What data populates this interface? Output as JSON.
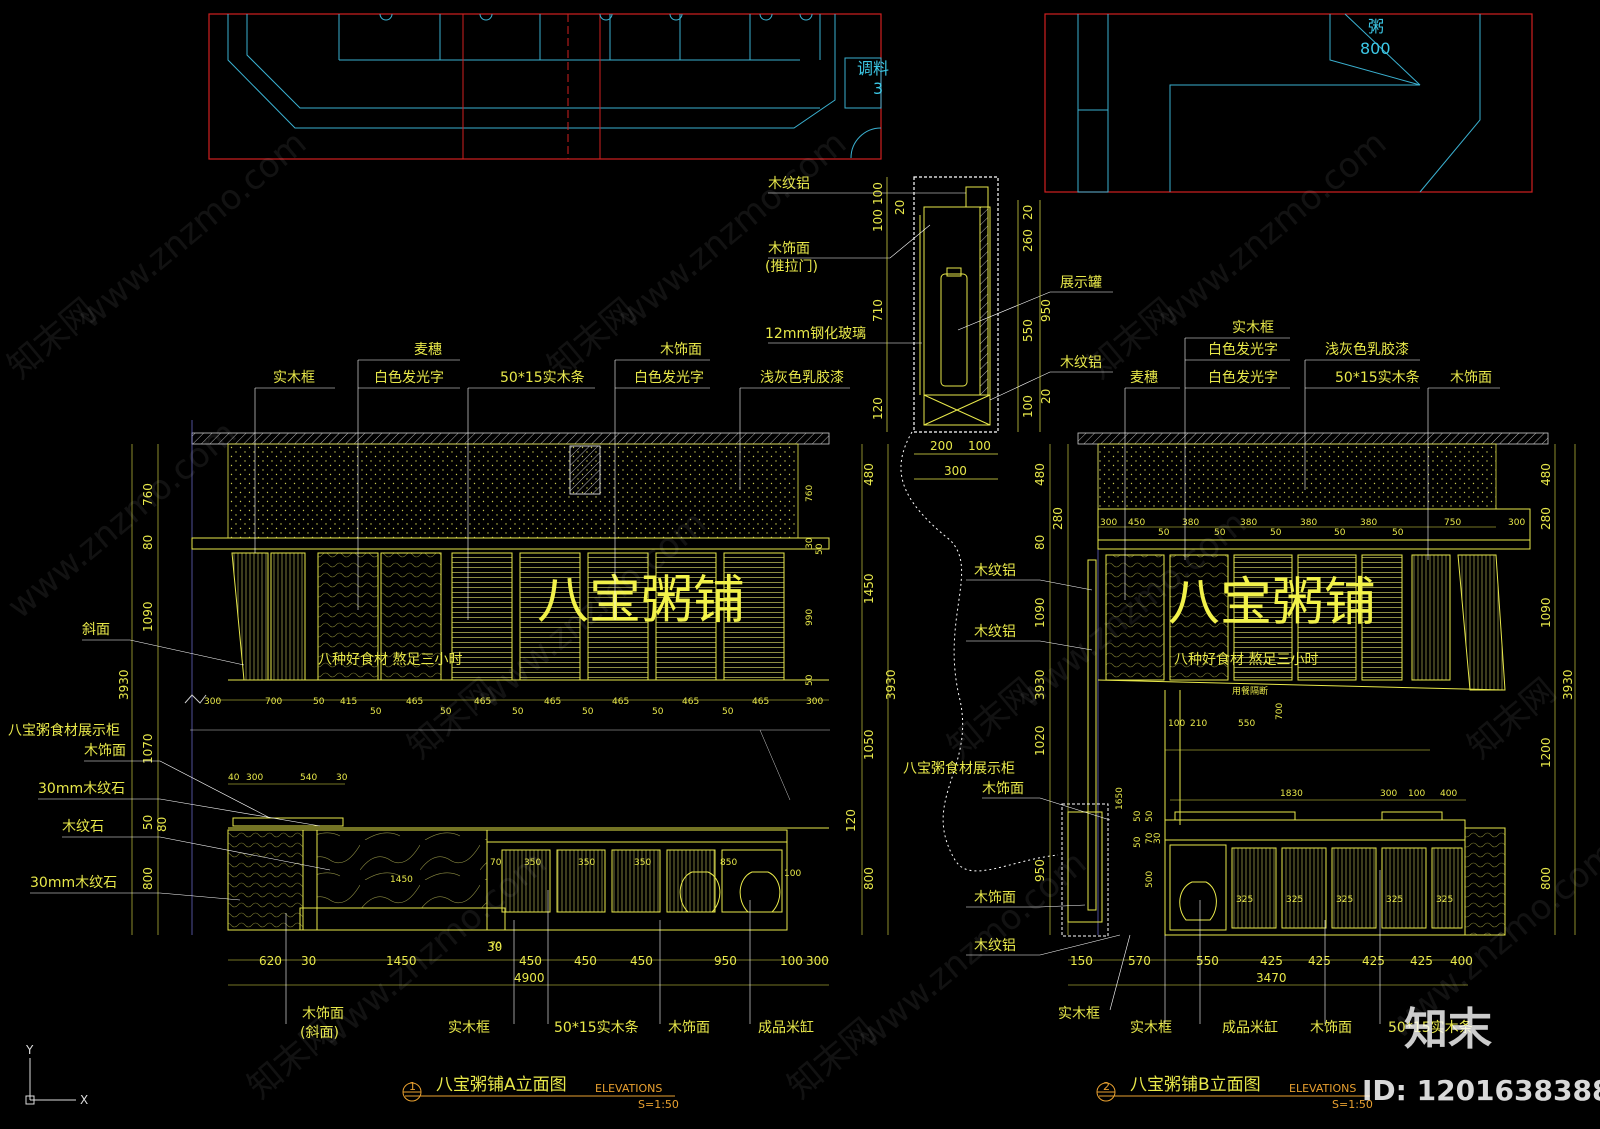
{
  "top_plan": {
    "left_label": "调料",
    "left_num": "3",
    "right_label": "粥",
    "right_num": "800"
  },
  "section": {
    "labels": {
      "wood_alu_top": "木纹铝",
      "wood_face": "木饰面",
      "sliding_door": "(推拉门)",
      "glass": "12mm钢化玻璃",
      "display_jar": "展示罐",
      "wood_alu_right": "木纹铝"
    },
    "dims_left": [
      "100",
      "100",
      "20",
      "710",
      "120"
    ],
    "dims_right": [
      "20",
      "260",
      "550",
      "950",
      "100",
      "20"
    ],
    "dims_bottom": [
      "200",
      "100",
      "300"
    ]
  },
  "elev_a": {
    "sign_text": "八宝粥铺",
    "slogan": "八种好食材  熬足三小时",
    "top_labels": [
      "实木框",
      "麦穗",
      "白色发光字",
      "50*15实木条",
      "木饰面",
      "白色发光字",
      "浅灰色乳胶漆"
    ],
    "left_labels": [
      "斜面",
      "八宝粥食材展示柜",
      "木饰面",
      "30mm木纹石",
      "木纹石",
      "30mm木纹石"
    ],
    "bottom_labels": [
      "木饰面",
      "(斜面)",
      "实木框",
      "50*15实木条",
      "木饰面",
      "成品米缸"
    ],
    "dims_left_outer": "3930",
    "dims_left": [
      "760",
      "80",
      "1090",
      "1070",
      "50",
      "80",
      "800"
    ],
    "dims_right": [
      "480",
      "1450",
      "3930",
      "1050",
      "120",
      "800"
    ],
    "dims_mid": [
      "300",
      "700",
      "50",
      "415",
      "50",
      "465",
      "50",
      "465",
      "50",
      "465",
      "50",
      "465",
      "50",
      "465",
      "50",
      "465",
      "300"
    ],
    "dims_bottom": [
      "620",
      "30",
      "1450",
      "30",
      "450",
      "450",
      "450",
      "950",
      "100",
      "300"
    ],
    "total": "4900",
    "counter_dims": [
      "40",
      "300",
      "540",
      "30"
    ],
    "cabinet_dims": [
      "70",
      "350",
      "350",
      "350",
      "850",
      "100",
      "70"
    ],
    "inner_dims": [
      "760",
      "30",
      "50",
      "990",
      "50"
    ],
    "slab": "1450",
    "title": "八宝粥铺A立面图",
    "subtitle": "ELEVATIONS",
    "scale": "S=1:50",
    "circle_num": "1"
  },
  "elev_b": {
    "sign_text": "八宝粥铺",
    "slogan": "八种好食材  熬足三小时",
    "top_labels": [
      "实木框",
      "麦穗",
      "白色发光字",
      "浅灰色乳胶漆",
      "白色发光字",
      "50*15实木条",
      "木饰面"
    ],
    "left_labels": [
      "木纹铝",
      "木纹铝",
      "八宝粥食材展示柜",
      "木饰面",
      "木饰面",
      "木纹铝"
    ],
    "bottom_labels": [
      "实木框",
      "实木框",
      "成品米缸",
      "木饰面",
      "50*15实木条"
    ],
    "dims_left": [
      "480",
      "80",
      "280",
      "1090",
      "3930",
      "1020",
      "1650",
      "950"
    ],
    "dims_right": [
      "480",
      "280",
      "1090",
      "3930",
      "1200",
      "800"
    ],
    "top_strip": [
      "300",
      "450",
      "50",
      "380",
      "50",
      "380",
      "50",
      "380",
      "50",
      "380",
      "50",
      "750",
      "300"
    ],
    "counter_dims": [
      "100",
      "210",
      "550",
      "700"
    ],
    "counter_top": [
      "1830",
      "300",
      "100",
      "400"
    ],
    "cabinet_dims": [
      "325",
      "325",
      "325",
      "325",
      "325"
    ],
    "left_small": [
      "50",
      "50",
      "50",
      "70",
      "30",
      "500"
    ],
    "dims_bottom": [
      "150",
      "570",
      "550",
      "425",
      "425",
      "425",
      "425",
      "400"
    ],
    "total": "3470",
    "mid_note": "用餐隔断",
    "title": "八宝粥铺B立面图",
    "subtitle": "ELEVATIONS",
    "scale": "S=1:50",
    "circle_num": "2"
  },
  "watermark": {
    "site": "www.znzmo.com",
    "brand": "知末网",
    "logo": "知末",
    "id": "ID: 1201638388"
  },
  "axis": {
    "y": "Y",
    "x": "X"
  }
}
